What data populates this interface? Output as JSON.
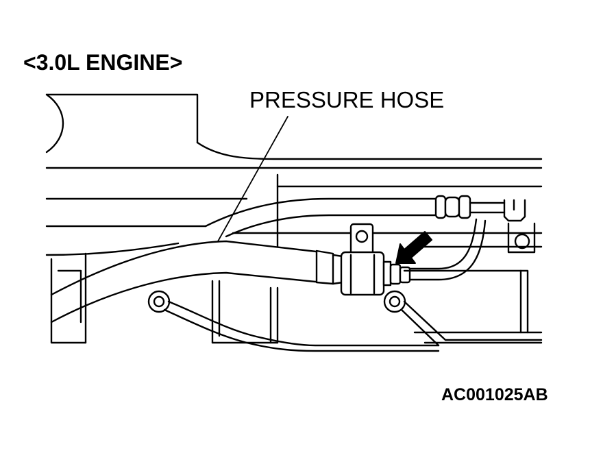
{
  "diagram": {
    "title": "<3.0L ENGINE>",
    "callout": "PRESSURE HOSE",
    "figure_code": "AC001025AB"
  },
  "colors": {
    "ink": "#000000",
    "paper": "#ffffff"
  }
}
